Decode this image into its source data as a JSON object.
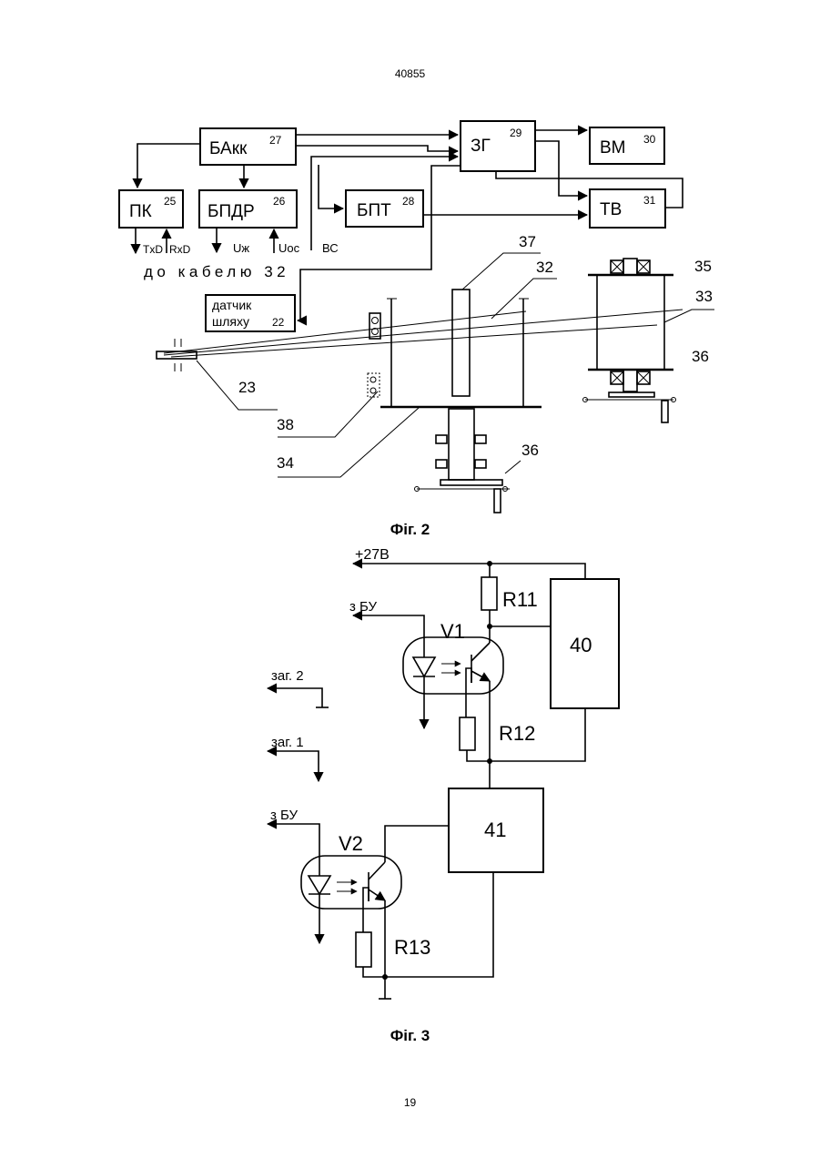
{
  "header": {
    "page_code": "40855"
  },
  "footer": {
    "page_number": "19"
  },
  "fig2": {
    "caption": "Фіг. 2",
    "blocks": {
      "bakk": {
        "label": "БАкк",
        "num": "27"
      },
      "zg": {
        "label": "ЗГ",
        "num": "29"
      },
      "vm": {
        "label": "ВМ",
        "num": "30"
      },
      "pk": {
        "label": "ПК",
        "num": "25"
      },
      "bpdr": {
        "label": "БПДР",
        "num": "26"
      },
      "bpt": {
        "label": "БПТ",
        "num": "28"
      },
      "tv": {
        "label": "ТВ",
        "num": "31"
      },
      "sensor": {
        "line1": "датчик",
        "line2": "шляху",
        "num": "22"
      }
    },
    "signals": {
      "txd": "TxD",
      "rxd": "RxD",
      "uzh": "Uж",
      "uos": "Uос",
      "vs": "ВС"
    },
    "cable_text": "до кабелю 32",
    "refs": {
      "r37": "37",
      "r32": "32",
      "r35": "35",
      "r33": "33",
      "r36a": "36",
      "r23": "23",
      "r38": "38",
      "r34": "34",
      "r36b": "36"
    }
  },
  "fig3": {
    "caption": "Фіг. 3",
    "supply": "+27В",
    "to_bu_1": "з БУ",
    "to_bu_2": "з БУ",
    "gnd2": "заг. 2",
    "gnd1": "заг. 1",
    "v1": "V1",
    "v2": "V2",
    "r11": "R11",
    "r12": "R12",
    "r13": "R13",
    "b40": "40",
    "b41": "41"
  }
}
